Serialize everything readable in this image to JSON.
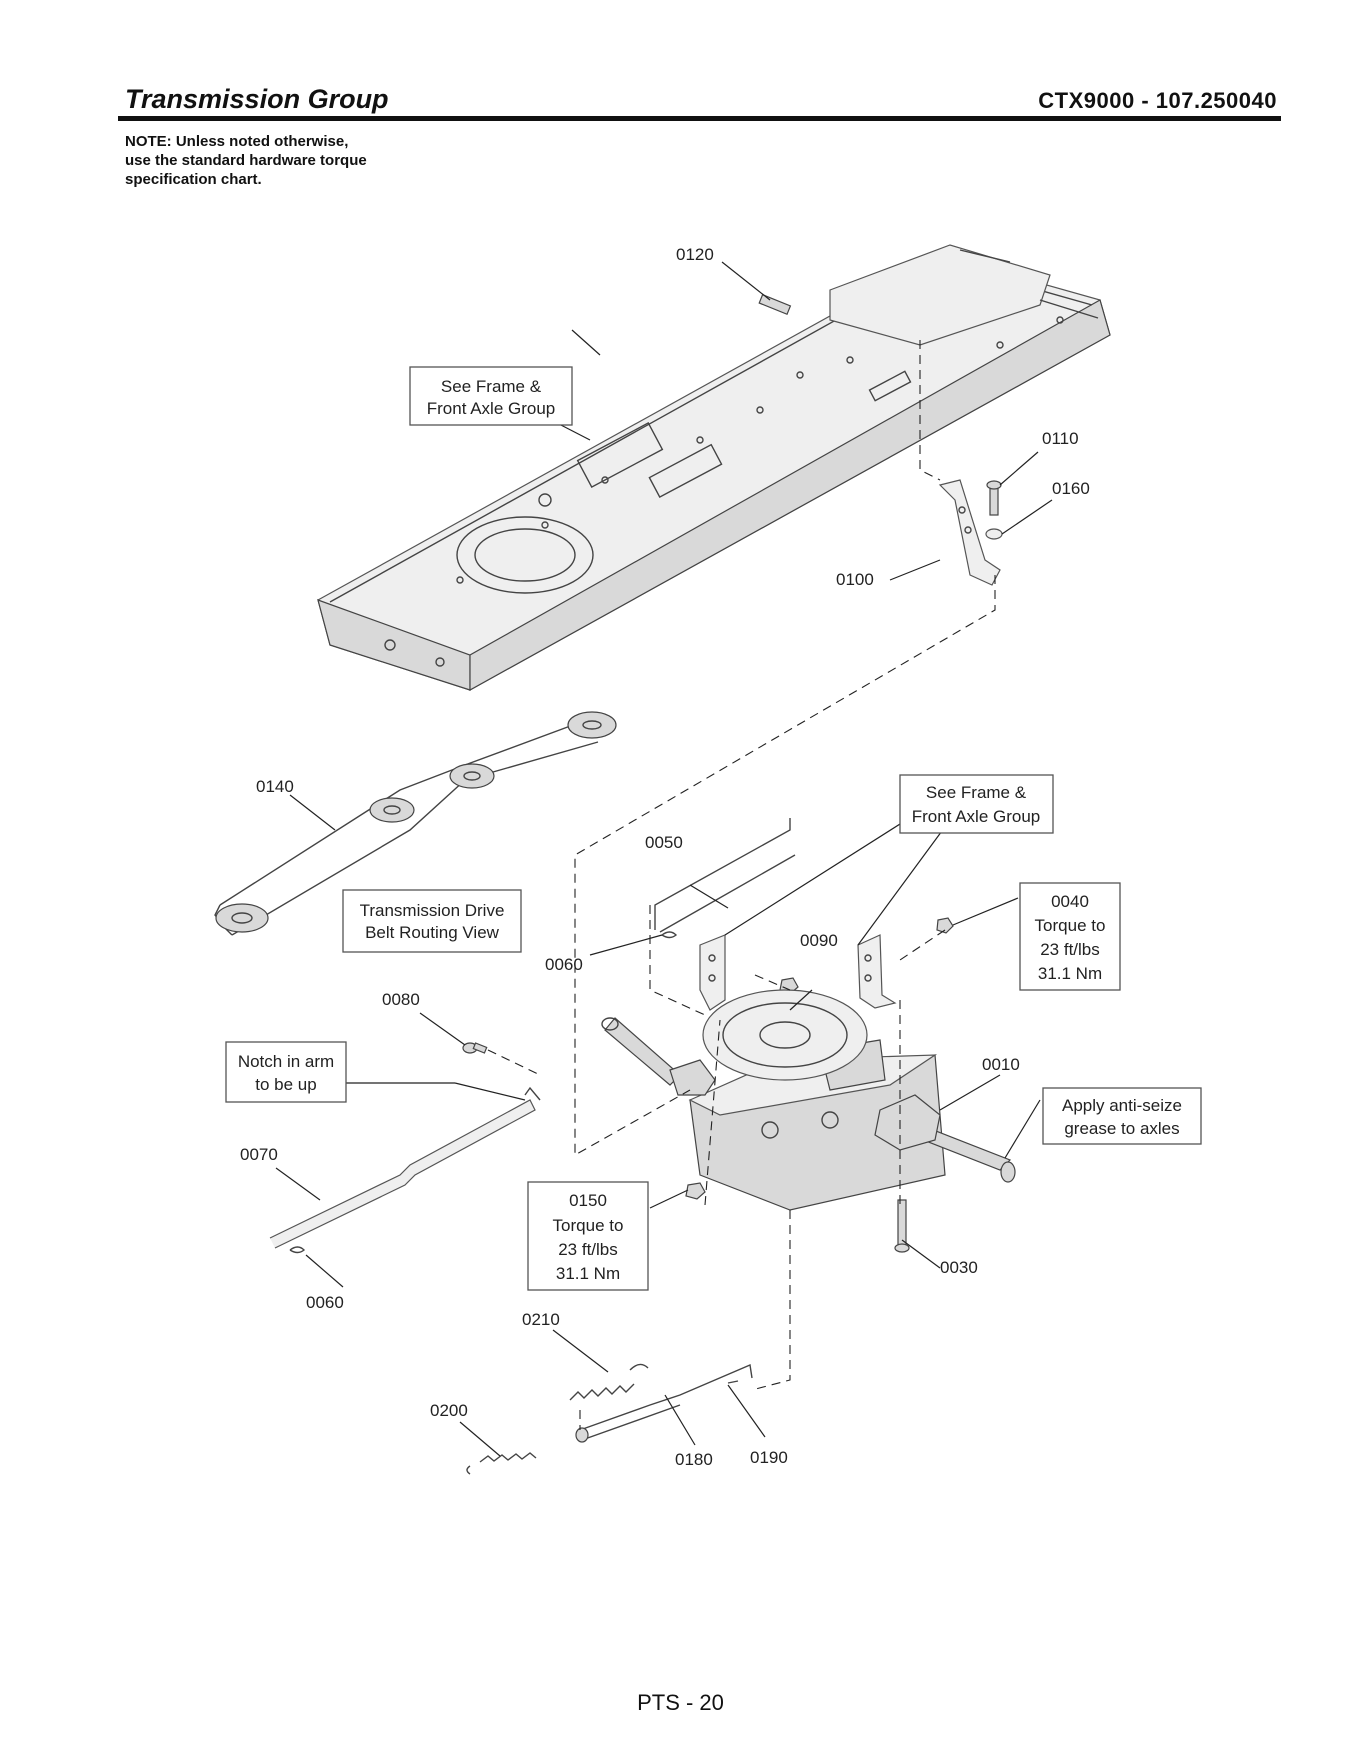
{
  "header": {
    "title": "Transmission Group",
    "model": "CTX9000 - 107.250040"
  },
  "note": {
    "line1": "NOTE: Unless noted otherwise,",
    "line2": "use the standard hardware torque",
    "line3": "specification chart."
  },
  "callouts": {
    "p0010": "0010",
    "p0030": "0030",
    "p0050": "0050",
    "p0060a": "0060",
    "p0060b": "0060",
    "p0070": "0070",
    "p0080": "0080",
    "p0090": "0090",
    "p0100": "0100",
    "p0110": "0110",
    "p0120": "0120",
    "p0140": "0140",
    "p0160": "0160",
    "p0180": "0180",
    "p0190": "0190",
    "p0200": "0200",
    "p0210": "0210"
  },
  "boxes": {
    "frame_top": {
      "line1": "See Frame &",
      "line2": "Front Axle Group"
    },
    "frame_right": {
      "line1": "See Frame &",
      "line2": "Front Axle Group"
    },
    "belt_routing": {
      "line1": "Transmission Drive",
      "line2": "Belt Routing View"
    },
    "notch": {
      "line1": "Notch in arm",
      "line2": "to be up"
    },
    "torque_0040": {
      "line1": "0040",
      "line2": "Torque to",
      "line3": "23 ft/lbs",
      "line4": "31.1 Nm"
    },
    "torque_0150": {
      "line1": "0150",
      "line2": "Torque to",
      "line3": "23 ft/lbs",
      "line4": "31.1 Nm"
    },
    "anti_seize": {
      "line1": "Apply anti-seize",
      "line2": "grease to axles"
    }
  },
  "footer": {
    "page": "PTS - 20"
  }
}
